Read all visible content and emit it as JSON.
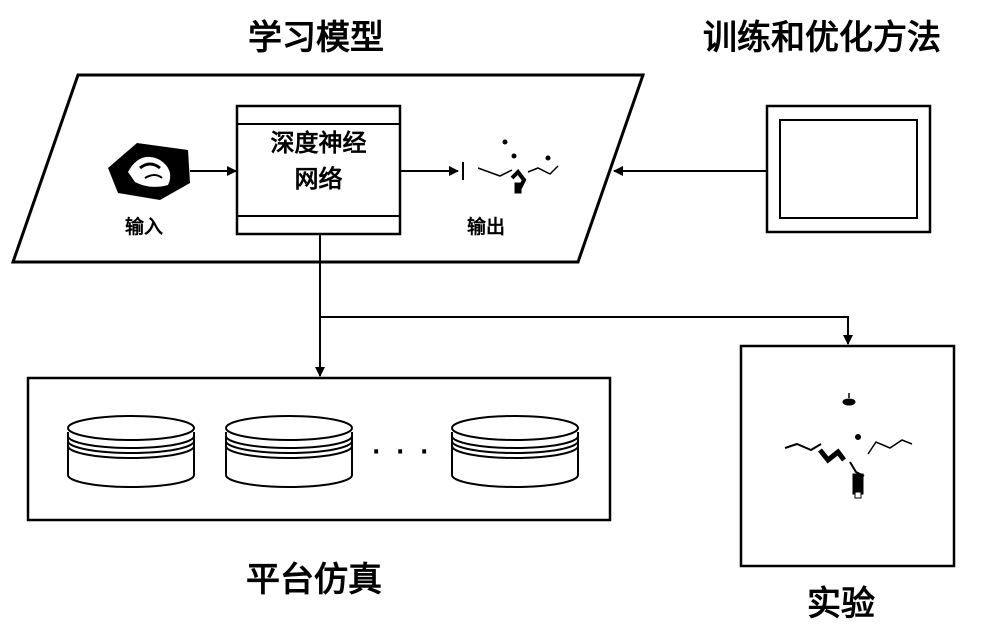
{
  "labels": {
    "learning_model": "学习模型",
    "training_method": "训练和优化方法",
    "input": "输入",
    "output": "输出",
    "dnn_line1": "深度神经",
    "dnn_line2": "网络",
    "platform_sim": "平台仿真",
    "experiment": "实验",
    "ellipsis": "· · ·"
  },
  "colors": {
    "stroke": "#000000",
    "background": "#ffffff"
  }
}
